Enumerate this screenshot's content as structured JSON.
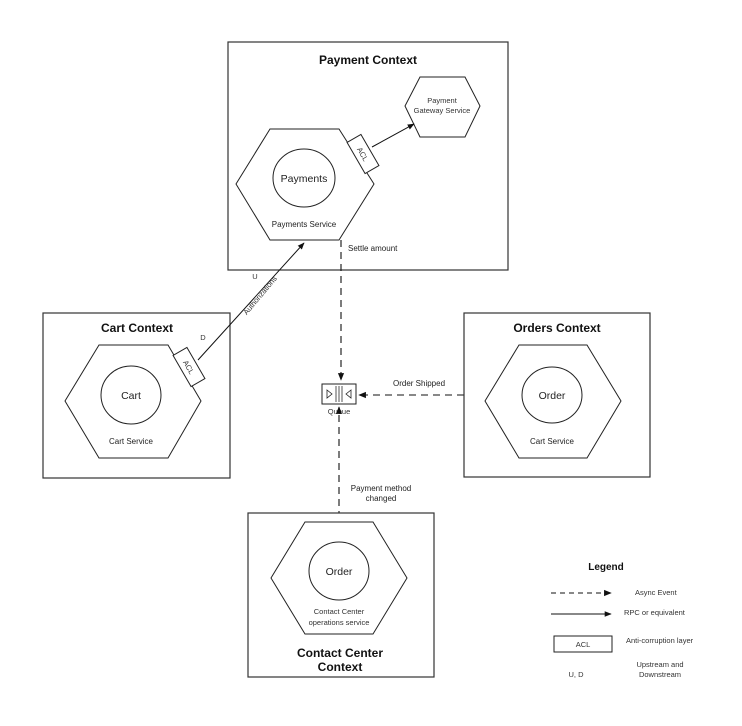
{
  "diagram": {
    "contexts": {
      "payment": {
        "title": "Payment Context",
        "service_core": "Payments",
        "service_label": "Payments Service",
        "gateway_line1": "Payment",
        "gateway_line2": "Gateway Service",
        "acl": "ACL"
      },
      "cart": {
        "title": "Cart Context",
        "service_core": "Cart",
        "service_label": "Cart Service",
        "acl": "ACL"
      },
      "orders": {
        "title": "Orders Context",
        "service_core": "Order",
        "service_label": "Cart Service"
      },
      "contact_center": {
        "title_line1": "Contact Center",
        "title_line2": "Context",
        "service_core": "Order",
        "service_label_line1": "Contact Center",
        "service_label_line2": "operations service"
      }
    },
    "queue": {
      "label": "Queue"
    },
    "edges": {
      "authorizations": "Authorizations",
      "upstream_marker": "U",
      "downstream_marker": "D",
      "settle_amount": "Settle amount",
      "order_shipped": "Order Shipped",
      "payment_method_line1": "Payment method",
      "payment_method_line2": "changed"
    },
    "legend": {
      "title": "Legend",
      "items": [
        {
          "symbol": "dashed-arrow",
          "label": "Async Event"
        },
        {
          "symbol": "solid-arrow",
          "label": "RPC or equivalent"
        },
        {
          "symbol": "ACL",
          "label": "Anti-corruption layer"
        },
        {
          "symbol": "U, D",
          "label_line1": "Upstream and",
          "label_line2": "Downstream"
        }
      ]
    }
  }
}
